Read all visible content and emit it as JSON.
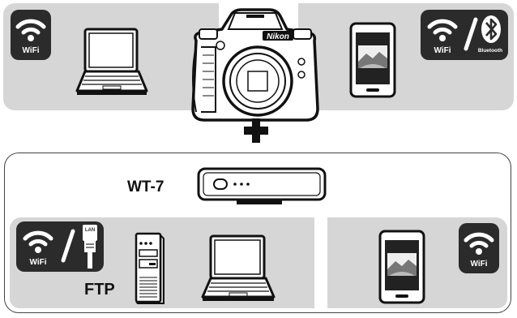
{
  "top": {
    "left_badge": {
      "icon": "wifi-icon",
      "label": "WiFi"
    },
    "right_badge": {
      "icons": [
        "wifi-icon",
        "bluetooth-icon"
      ],
      "wifi_label": "WiFi",
      "bt_label": "Bluetooth"
    },
    "camera_brand": "Nikon"
  },
  "plus_sign": "+",
  "bottom": {
    "transmitter_label": "WT-7",
    "left_badge": {
      "icons": [
        "wifi-icon",
        "ethernet-icon"
      ],
      "wifi_label": "WiFi",
      "lan_label": "LAN"
    },
    "ftp_label": "FTP",
    "right_badge": {
      "icon": "wifi-icon",
      "label": "WiFi"
    }
  }
}
